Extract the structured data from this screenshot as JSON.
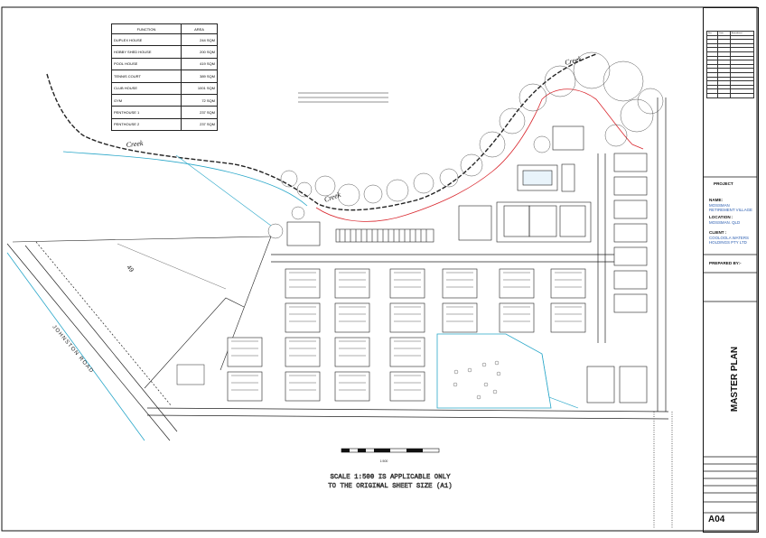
{
  "area_table": {
    "headers": [
      "FUNCTION",
      "AREA"
    ],
    "rows": [
      [
        "DUPLEX HOUSE",
        "244 SQM"
      ],
      [
        "HOBBY SHED HOUSE",
        "200 SQM"
      ],
      [
        "POOL HOUSE",
        "419 SQM"
      ],
      [
        "TENNIS COURT",
        "389 SQM"
      ],
      [
        "CLUB HOUSE",
        "1001 SQM"
      ],
      [
        "GYM",
        "72 SQM"
      ],
      [
        "PENTHOUSE 1",
        "237 SQM"
      ],
      [
        "PENTHOUSE 2",
        "237 SQM"
      ]
    ]
  },
  "plan_labels": {
    "creek_upper": "Creek",
    "creek_left": "Creek",
    "creek_middle": "Creek",
    "road_name": "JOHNSTON ROAD",
    "lot_number": "49",
    "scale_bar_caption": "1:500",
    "scale_note_line1": "SCALE 1:500 IS APPLICABLE ONLY",
    "scale_note_line2": "TO THE ORIGINAL SHEET SIZE (A1)"
  },
  "title_block": {
    "revision_headers": [
      "Rev",
      "Date",
      "Amendment"
    ],
    "project_heading": "PROJECT",
    "name_label": "NAME:",
    "name_value": "MOSSMAN RETIREMENT VILLAGE",
    "location_label": "LOCATION :",
    "location_value": "MOSSMAN. QLD",
    "client_label": "CLIENT :",
    "client_value": "COOLOOLA WATERS HOLDINGS PTY LTD",
    "prepared_by_label": "PREPARED BY:-",
    "drawing_title": "MASTER PLAN",
    "sheet_number": "A04",
    "colors": {
      "linework": "#1a1a1a",
      "boundary_red": "#d9282f",
      "watercourse_cyan": "#2aa7c9"
    }
  }
}
